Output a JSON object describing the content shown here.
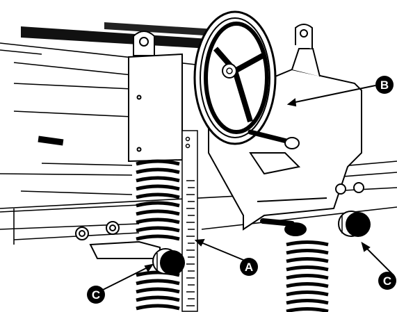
{
  "callouts": {
    "a": "A",
    "b": "B",
    "c_left": "C",
    "c_right": "C"
  },
  "colors": {
    "ink": "#000000",
    "paper": "#ffffff",
    "gray": "#333333"
  }
}
